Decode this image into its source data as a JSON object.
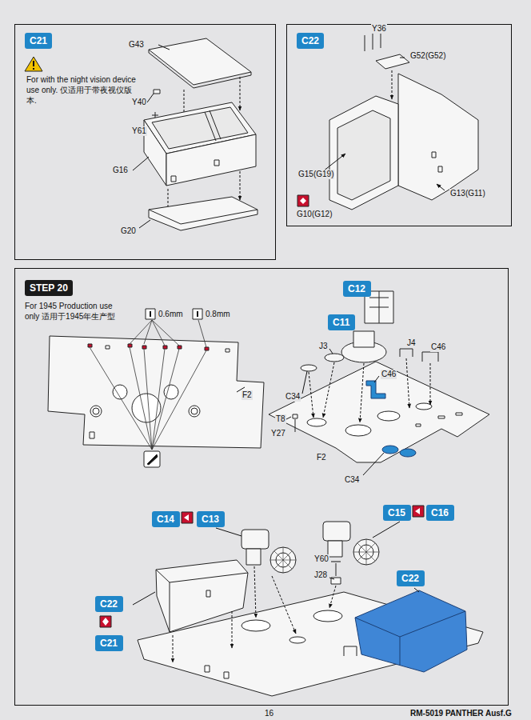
{
  "diagram": {
    "nodes": [
      {
        "text": [
          "C21",
          "For with the night vision device use only. 仅适用于带夜视仪版本."
        ]
      },
      {
        "text": [
          "C22"
        ]
      },
      {
        "text": [
          "STEP 20",
          "For 1945 Production use only 适用于1945年生产型"
        ]
      },
      {
        "text": [
          "C12"
        ],
        "in": 2
      },
      {
        "text": [
          "C11"
        ],
        "in": 2
      },
      {
        "text": [
          "C14"
        ],
        "in": 2
      },
      {
        "text": [
          "C13"
        ],
        "in": 2
      },
      {
        "text": [
          "C15"
        ],
        "in": 2
      },
      {
        "text": [
          "C16"
        ],
        "in": 2
      },
      {
        "text": [
          "C22"
        ],
        "in": 2
      },
      {
        "text": [
          "C22"
        ],
        "in": 2
      },
      {
        "text": [
          "C21"
        ],
        "in": 2
      }
    ],
    "labels": [
      "G43",
      "Y40",
      "Y61",
      "G16",
      "G20",
      "Y36",
      "G52(G52)",
      "G15(G19)",
      "G13(G11)",
      "G10(G12)",
      "0.6mm",
      "0.8mm",
      "F2",
      "J3",
      "J4",
      "C46",
      "C34",
      "T8",
      "Y27",
      "C46",
      "F2",
      "C34",
      "Y60",
      "J28",
      "16",
      "RM-5019 PANTHER Ausf.G"
    ]
  }
}
